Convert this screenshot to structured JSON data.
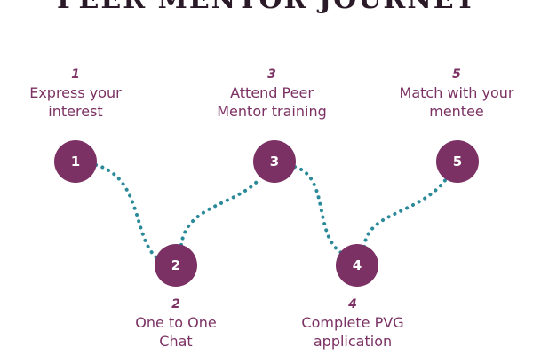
{
  "title": "PEER MENTOR JOURNEY",
  "colors": {
    "node_fill": "#7b3163",
    "node_text": "#ffffff",
    "label_text": "#7b3163",
    "connector": "#2b8a99"
  },
  "steps": [
    {
      "number": "1",
      "line1": "Express your",
      "line2": "interest"
    },
    {
      "number": "2",
      "line1": "One to One",
      "line2": "Chat"
    },
    {
      "number": "3",
      "line1": "Attend Peer",
      "line2": "Mentor training"
    },
    {
      "number": "4",
      "line1": "Complete PVG",
      "line2": "application"
    },
    {
      "number": "5",
      "line1": "Match with your",
      "line2": "mentee"
    }
  ]
}
